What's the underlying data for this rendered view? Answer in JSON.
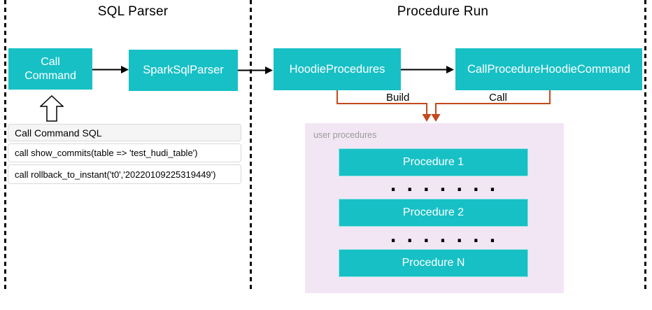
{
  "sections": {
    "sql_parser": {
      "title": "SQL Parser"
    },
    "procedure_run": {
      "title": "Procedure Run"
    }
  },
  "nodes": {
    "call_command": "Call Command",
    "spark_sql_parser": "SparkSqlParser",
    "hoodie_procedures": "HoodieProcedures",
    "call_procedure_hoodie_command": "CallProcedureHoodieCommand"
  },
  "sql_panel": {
    "header": "Call Command SQL",
    "rows": [
      "call show_commits(table => 'test_hudi_table')",
      "call rollback_to_instant('t0','20220109225319449')"
    ]
  },
  "edges": {
    "build_label": "Build",
    "call_label": "Call"
  },
  "user_procedures": {
    "label": "user procedures",
    "items": [
      "Procedure 1",
      "Procedure 2",
      "Procedure N"
    ],
    "dots": "......."
  },
  "colors": {
    "teal": "#17c0c5",
    "orange": "#c4491c",
    "pink": "#f2e6f4",
    "panel-bg": "#f5f5f5",
    "panel-border": "#d9d9d9",
    "muted": "#9a9a9a"
  }
}
